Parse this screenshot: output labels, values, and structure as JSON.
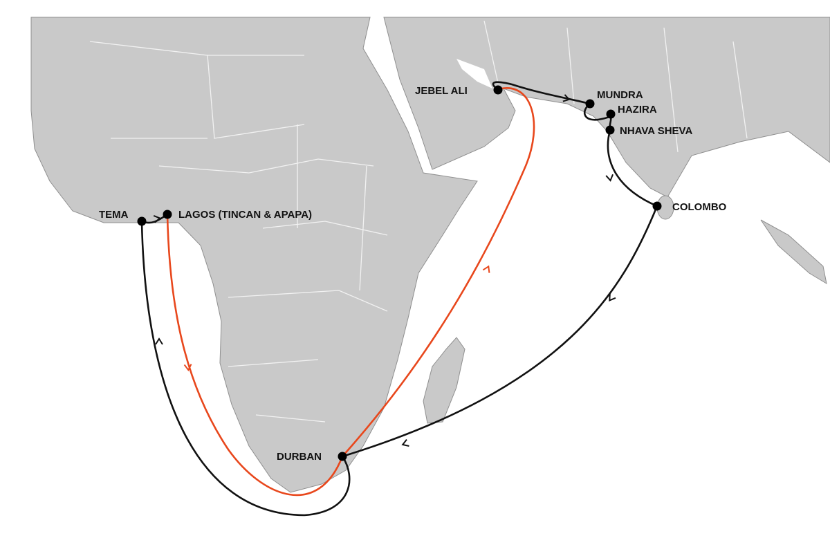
{
  "map": {
    "ports": [
      {
        "id": "jebel-ali",
        "name": "JEBEL ALI"
      },
      {
        "id": "mundra",
        "name": "MUNDRA"
      },
      {
        "id": "hazira",
        "name": "HAZIRA"
      },
      {
        "id": "nhava-sheva",
        "name": "NHAVA SHEVA"
      },
      {
        "id": "colombo",
        "name": "COLOMBO"
      },
      {
        "id": "durban",
        "name": "DURBAN"
      },
      {
        "id": "tema",
        "name": "TEMA"
      },
      {
        "id": "lagos",
        "name": "LAGOS (TINCAN & APAPA)"
      }
    ],
    "routes": [
      {
        "id": "eastbound-loop",
        "color": "#111111",
        "sequence": [
          "jebel-ali",
          "mundra",
          "hazira",
          "nhava-sheva",
          "colombo",
          "durban",
          "tema",
          "lagos"
        ]
      },
      {
        "id": "return-leg",
        "color": "#e8471c",
        "sequence": [
          "lagos",
          "durban",
          "jebel-ali"
        ]
      }
    ],
    "colors": {
      "land": "#c9c9c9",
      "sea": "#ffffff",
      "port": "#000000"
    }
  }
}
